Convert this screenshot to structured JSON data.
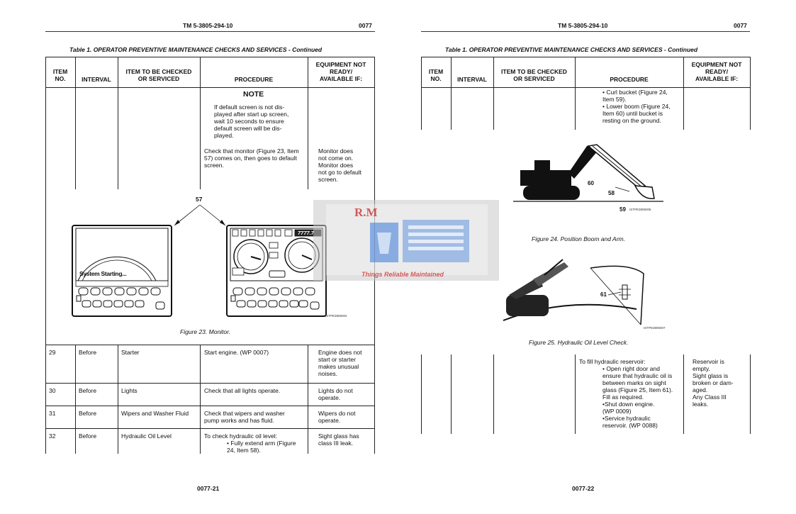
{
  "left": {
    "header_tm": "TM 5-3805-294-10",
    "header_wp": "0077",
    "table_title": "Table 1.   OPERATOR PREVENTIVE MAINTENANCE CHECKS AND SERVICES - Continued",
    "cols": {
      "item": "ITEM\nNO.",
      "interval": "INTERVAL",
      "checked": "ITEM TO BE CHECKED\nOR SERVICED",
      "procedure": "PROCEDURE",
      "equip": "EQUIPMENT NOT\nREADY/\nAVAILABLE IF:"
    },
    "note_title": "NOTE",
    "note_text": "If default screen is not dis-\nplayed after start up screen,\nwait 10 seconds to ensure\ndefault screen will be dis-\nplayed.",
    "monitor_proc": "Check that monitor (Figure 23, Item\n57) comes on, then goes to default\nscreen.",
    "monitor_equip": "Monitor does\nnot come on.\nMonitor does\nnot go to default\nscreen.",
    "fig23_callout": "57",
    "screen_text": "System Starting...",
    "screen_readout": "7777.7",
    "fig23_code": "ISTPE3805002",
    "fig23_caption": "Figure 23.    Monitor.",
    "rows": [
      {
        "no": "29",
        "interval": "Before",
        "item": "Starter",
        "proc": "Start engine. (WP  0007)",
        "equip": "Engine does not\nstart or starter\nmakes unusual\nnoises."
      },
      {
        "no": "30",
        "interval": "Before",
        "item": "Lights",
        "proc": "Check that all lights operate.",
        "equip": "Lights do not\noperate."
      },
      {
        "no": "31",
        "interval": "Before",
        "item": "Wipers and Washer Fluid",
        "proc": "Check that wipers and washer\npump works and has fluid.",
        "equip": "Wipers do not\noperate."
      },
      {
        "no": "32",
        "interval": "Before",
        "item": "Hydraulic Oil Level",
        "proc": "To check hydraulic oil level:",
        "proc_bullet": "• Fully extend arm (Figure\n24, Item 58).",
        "equip": "Sight glass has\nclass III leak."
      }
    ],
    "footer": "0077-21"
  },
  "right": {
    "header_tm": "TM 5-3805-294-10",
    "header_wp": "0077",
    "table_title": "Table 1.   OPERATOR PREVENTIVE MAINTENANCE CHECKS AND SERVICES - Continued",
    "cols": {
      "item": "ITEM\nNO.",
      "interval": "INTERVAL",
      "checked": "ITEM TO BE CHECKED\nOR SERVICED",
      "procedure": "PROCEDURE",
      "equip": "EQUIPMENT NOT\nREADY/\nAVAILABLE IF:"
    },
    "cont_proc": "• Curl bucket (Figure 24,\nItem 59).\n• Lower boom (Figure 24,\nItem 60) until bucket is\nresting on the ground.",
    "fig24_callouts": [
      "60",
      "58",
      "59"
    ],
    "fig24_code": "ISTPE3805006",
    "fig24_caption": "Figure 24.    Position Boom and Arm.",
    "fig25_callout": "61",
    "fig25_code": "ISTPE3805007",
    "fig25_caption": "Figure 25.    Hydraulic Oil Level Check.",
    "fill_proc_intro": "To fill hydraulic reservoir:",
    "fill_proc_steps": "• Open right door and\nensure that hydraulic oil is\nbetween marks on sight\nglass (Figure 25, Item 61).\nFill as required.\n•Shut down engine.\n(WP  0009)\n•Service hydraulic\nreservoir. (WP  0088)",
    "fill_equip": "Reservoir is\nempty.\nSight glass is\nbroken or dam-\naged.\nAny Class III\nleaks.",
    "footer": "0077-22"
  },
  "watermark": {
    "initials": "R.M",
    "tagline": "Things Reliable Maintained"
  }
}
